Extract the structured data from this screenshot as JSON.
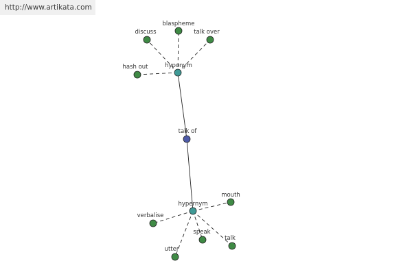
{
  "source": {
    "label": "http://www.artikata.com"
  },
  "colors": {
    "center": "#4d5aa8",
    "relation": "#3f9a96",
    "word": "#3f8a45",
    "stroke": "#222222",
    "edge": "#222222"
  },
  "nodes": [
    {
      "id": "center",
      "label": "talk of",
      "kind": "center"
    },
    {
      "id": "hyponym",
      "label": "hyponym",
      "kind": "relation"
    },
    {
      "id": "hypernym",
      "label": "hypernym",
      "kind": "relation"
    },
    {
      "id": "discuss",
      "label": "discuss",
      "kind": "word"
    },
    {
      "id": "blaspheme",
      "label": "blaspheme",
      "kind": "word"
    },
    {
      "id": "talk-over",
      "label": "talk over",
      "kind": "word"
    },
    {
      "id": "hash-out",
      "label": "hash out",
      "kind": "word"
    },
    {
      "id": "mouth",
      "label": "mouth",
      "kind": "word"
    },
    {
      "id": "verbalise",
      "label": "verbalise",
      "kind": "word"
    },
    {
      "id": "speak",
      "label": "speak",
      "kind": "word"
    },
    {
      "id": "talk",
      "label": "talk",
      "kind": "word"
    },
    {
      "id": "utter",
      "label": "utter",
      "kind": "word"
    }
  ],
  "edges": [
    {
      "from": "center",
      "to": "hyponym",
      "style": "solid"
    },
    {
      "from": "center",
      "to": "hypernym",
      "style": "solid"
    },
    {
      "from": "hyponym",
      "to": "discuss",
      "style": "dashed"
    },
    {
      "from": "hyponym",
      "to": "blaspheme",
      "style": "dashed"
    },
    {
      "from": "hyponym",
      "to": "talk-over",
      "style": "dashed"
    },
    {
      "from": "hyponym",
      "to": "hash-out",
      "style": "dashed"
    },
    {
      "from": "hypernym",
      "to": "mouth",
      "style": "dashed"
    },
    {
      "from": "hypernym",
      "to": "verbalise",
      "style": "dashed"
    },
    {
      "from": "hypernym",
      "to": "speak",
      "style": "dashed"
    },
    {
      "from": "hypernym",
      "to": "talk",
      "style": "dashed"
    },
    {
      "from": "hypernym",
      "to": "utter",
      "style": "dashed"
    }
  ]
}
